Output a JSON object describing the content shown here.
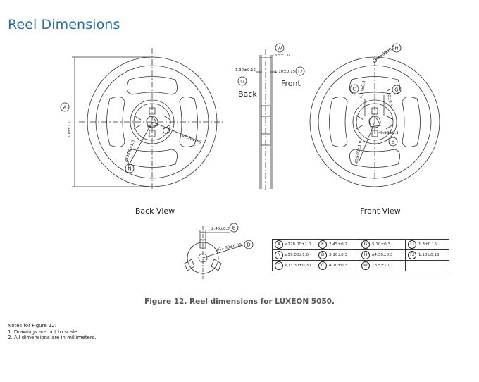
{
  "title": "Reel Dimensions",
  "caption": "Figure 12. Reel dimensions for LUXEON 5050.",
  "notes": [
    "Notes for Figure 12:",
    "1.   Drawings are not to scale.",
    "2.   All dimensions are in millimeters."
  ],
  "views": {
    "back": "Back View",
    "front": "Front View",
    "side_back": "Back",
    "side_front": "Front"
  },
  "drawing_labels": {
    "A": "A",
    "N": "N",
    "W": "W",
    "T1": "T1",
    "T2": "T2",
    "C": "C",
    "G": "G",
    "H": "H",
    "B": "B",
    "E": "E",
    "D": "D",
    "dim_178": "178±1.0",
    "dim_59": "ø59.00±1.0",
    "dim_w": "13.5±1.0",
    "dim_t1": "1.30±0.15",
    "dim_t2": "1.10±0.15",
    "dim_c": "4.10±0.3",
    "dim_g": "5.10±0.3",
    "dim_h": "ø4.30±0.3",
    "dim_b": "3.10±0.3",
    "dim_n2": "ø59.00±1.0",
    "dim_e": "2.45±0.2",
    "dim_d": "ø13.30±0.30"
  },
  "dimension_table": [
    [
      {
        "key": "A",
        "value": "ø178.00±1.0"
      },
      {
        "key": "E",
        "value": "2.45±0.2"
      },
      {
        "key": "G",
        "value": "5.10±0.3"
      },
      {
        "key": "T1",
        "value": "1.3±0.15"
      }
    ],
    [
      {
        "key": "N",
        "value": "ø59.00±1.0"
      },
      {
        "key": "B",
        "value": "3.10±0.3"
      },
      {
        "key": "H",
        "value": "ø4.30±0.3"
      },
      {
        "key": "T2",
        "value": "1.10±0.15"
      }
    ],
    [
      {
        "key": "D",
        "value": "ø13.30±0.30"
      },
      {
        "key": "C",
        "value": "4.10±0.3"
      },
      {
        "key": "W",
        "value": "13.5±1.0"
      },
      {
        "key": "",
        "value": ""
      }
    ]
  ]
}
